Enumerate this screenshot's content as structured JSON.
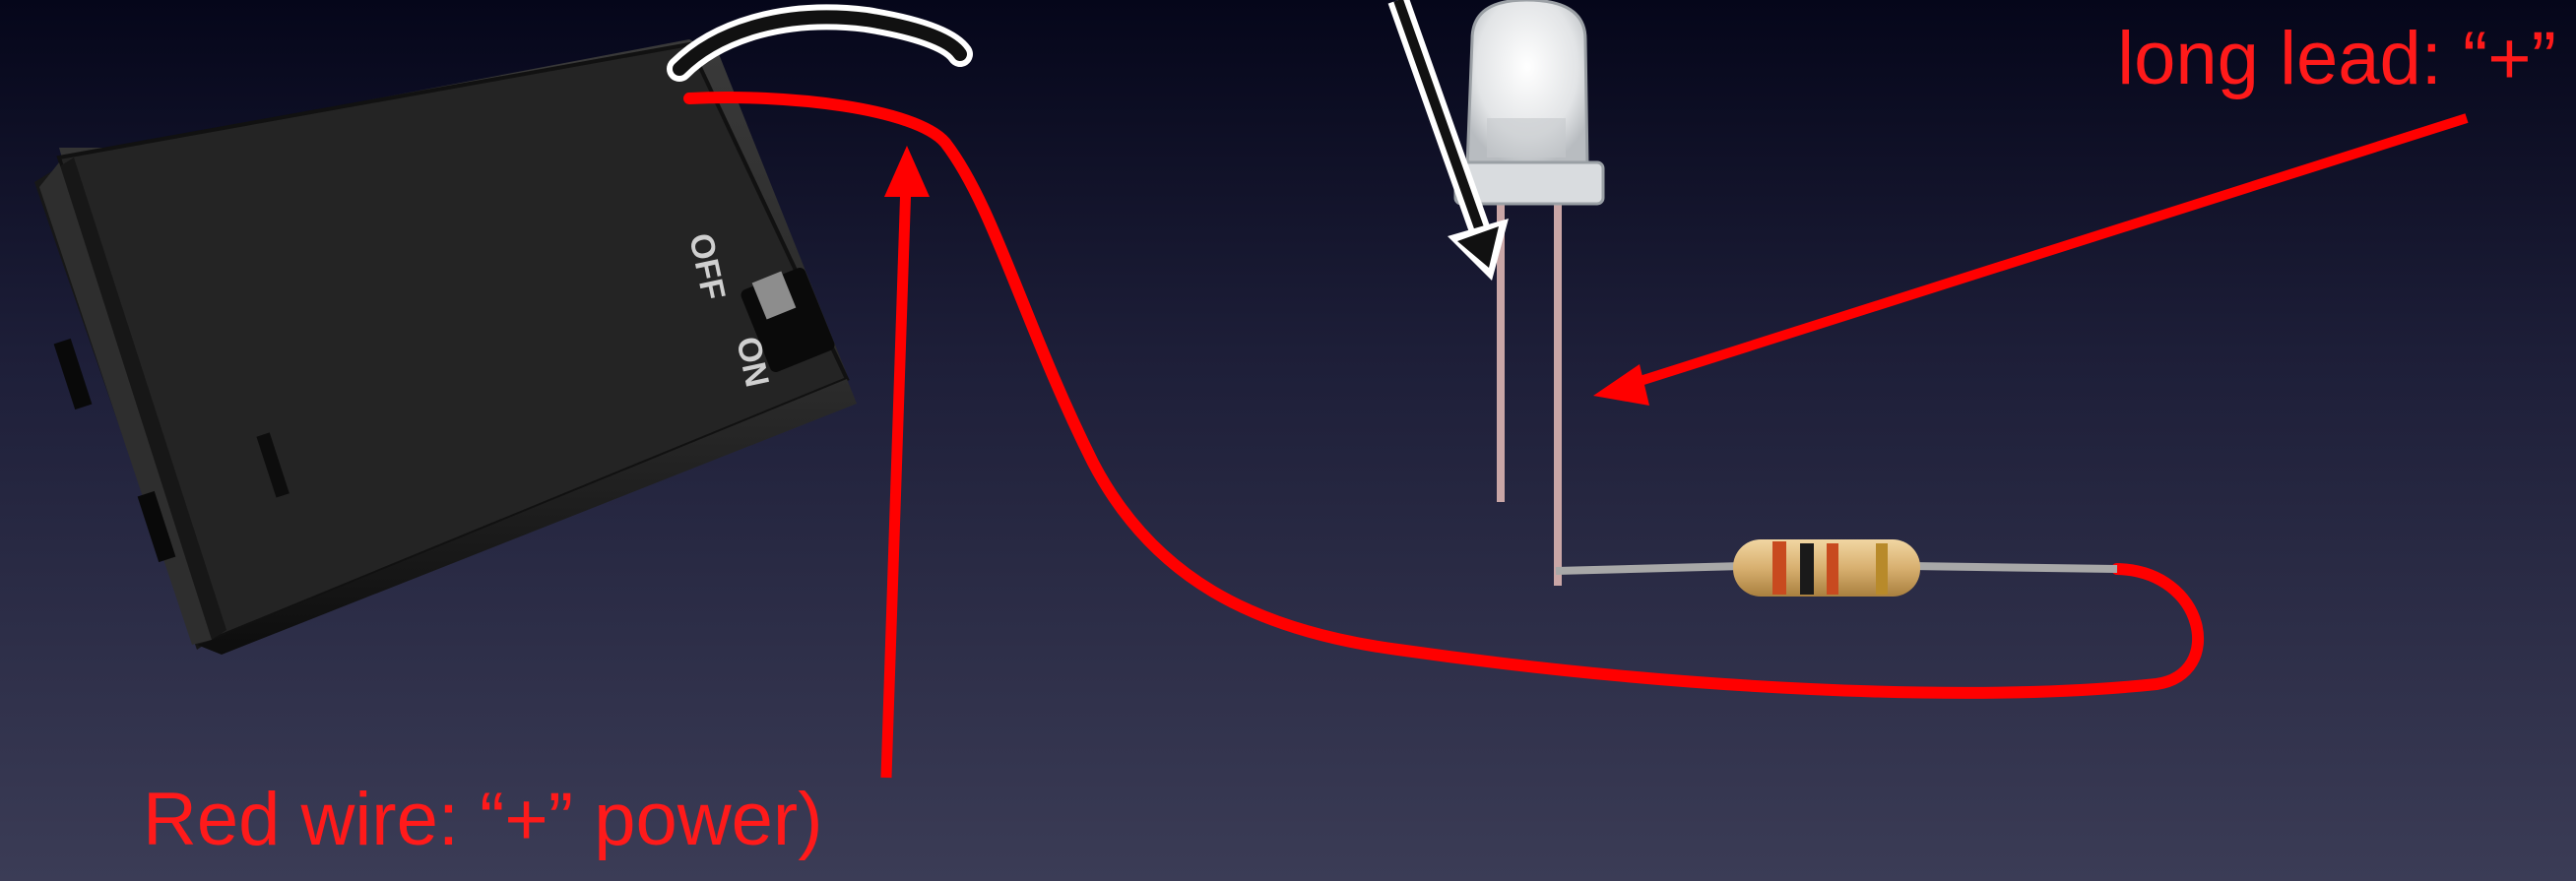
{
  "labels": {
    "long_lead": "long lead:  “+”",
    "red_wire": "Red wire:  “+” power)"
  },
  "battery_holder": {
    "switch_off": "OFF",
    "switch_on": "ON"
  },
  "colors": {
    "annotation_red": "#ff1a1a",
    "background_top": "#05061a",
    "background_bottom": "#3b3c56"
  }
}
